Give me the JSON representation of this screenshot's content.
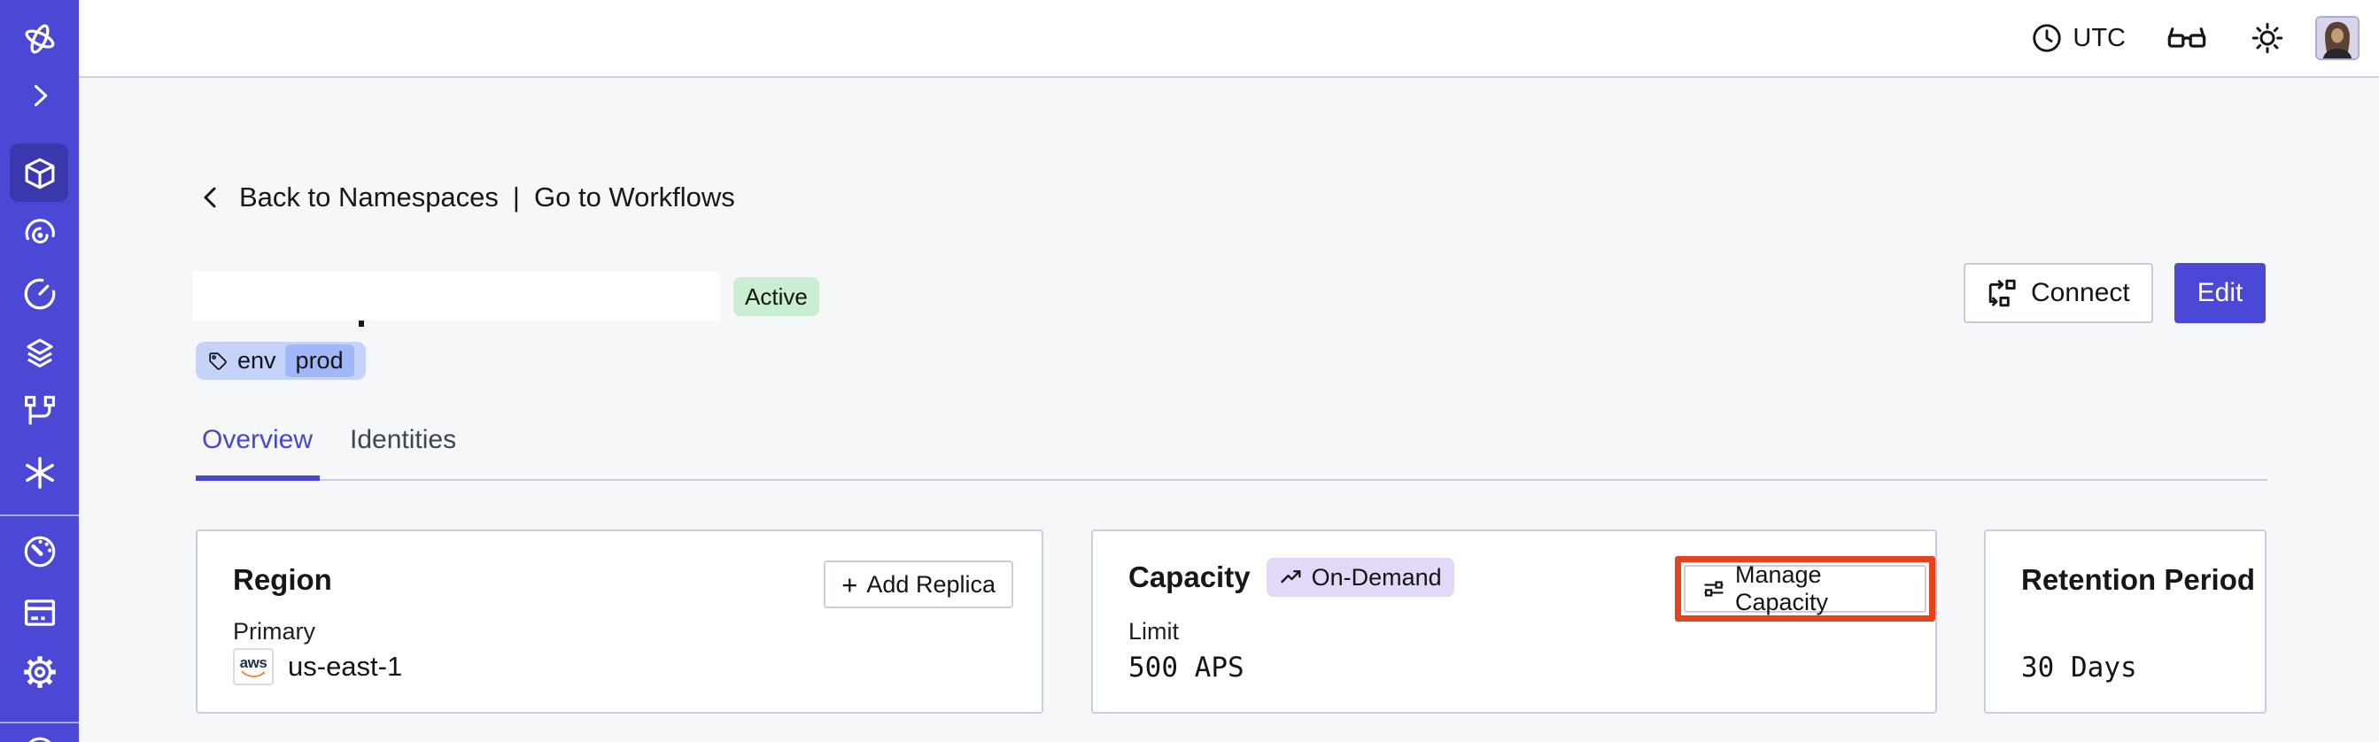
{
  "topbar": {
    "timezone_label": "UTC",
    "icons": [
      "clock-icon",
      "glasses-icon",
      "sun-icon",
      "user-avatar"
    ]
  },
  "sidebar": {
    "active_item": "namespaces-icon",
    "items": [
      {
        "icon": "temporal-logo-icon"
      },
      {
        "icon": "chevron-right-icon"
      },
      {
        "icon": "namespaces-icon"
      },
      {
        "icon": "workflows-icon"
      },
      {
        "icon": "schedules-icon"
      },
      {
        "icon": "deployments-icon"
      },
      {
        "icon": "batch-operations-icon"
      },
      {
        "icon": "nexus-icon"
      },
      {
        "icon": "usage-icon"
      },
      {
        "icon": "billing-icon"
      },
      {
        "icon": "settings-icon"
      },
      {
        "icon": "partial-bottom-icon"
      }
    ]
  },
  "breadcrumb": {
    "back_label": "Back to Namespaces",
    "separator": "|",
    "forward_label": "Go to Workflows"
  },
  "namespace_header": {
    "name_redacted": true,
    "status_badge": "Active",
    "tag": {
      "key": "env",
      "value": "prod"
    }
  },
  "header_actions": {
    "connect_label": "Connect",
    "edit_label": "Edit"
  },
  "tabs": [
    {
      "label": "Overview",
      "active": true
    },
    {
      "label": "Identities",
      "active": false
    }
  ],
  "cards": {
    "region": {
      "title": "Region",
      "plus_glyph": "+",
      "add_replica_label": "Add Replica",
      "field_label": "Primary",
      "provider": "aws",
      "value": "us-east-1"
    },
    "capacity": {
      "title": "Capacity",
      "badge": "On-Demand",
      "manage_label": "Manage Capacity",
      "field_label": "Limit",
      "value": "500 APS",
      "annotated": true
    },
    "retention": {
      "title": "Retention Period",
      "value": "30 Days"
    }
  },
  "colors": {
    "sidebar": "#4A48D5",
    "sidebar_active": "#3A38AC",
    "accent": "#4A48D4",
    "tab_accent": "#4646CE",
    "annotation_highlight": "#E5421F",
    "status_active_bg": "#CBEDD2",
    "ondemand_bg": "#E2D9F8",
    "tag_bg": "#C5D2FA",
    "tag_chip_bg": "#A2B7F7",
    "card_border": "#C7CEDF",
    "page_bg": "#F6F7F9",
    "aws_smile": "#E8892C"
  }
}
